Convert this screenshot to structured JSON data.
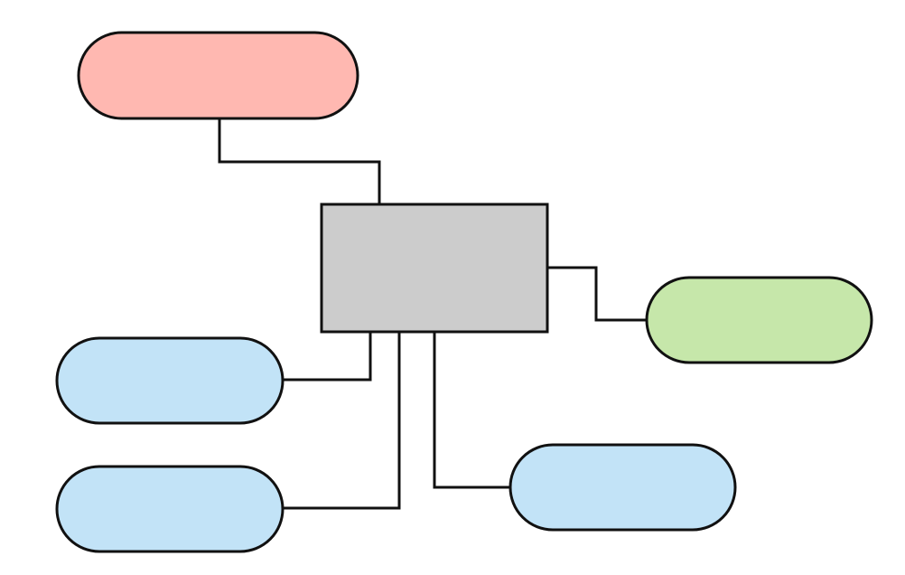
{
  "diagram": {
    "background": "#ffffff",
    "stroke_color": "#111111",
    "center": {
      "label": "",
      "fill": "#cccccc",
      "shape": "rectangle"
    },
    "nodes": [
      {
        "id": "top-left",
        "label": "",
        "fill": "#ffb8b1",
        "shape": "stadium"
      },
      {
        "id": "right",
        "label": "",
        "fill": "#c6e7aa",
        "shape": "stadium"
      },
      {
        "id": "left-upper",
        "label": "",
        "fill": "#c2e3f7",
        "shape": "stadium"
      },
      {
        "id": "left-lower",
        "label": "",
        "fill": "#c2e3f7",
        "shape": "stadium"
      },
      {
        "id": "bottom-right",
        "label": "",
        "fill": "#c2e3f7",
        "shape": "stadium"
      }
    ]
  }
}
